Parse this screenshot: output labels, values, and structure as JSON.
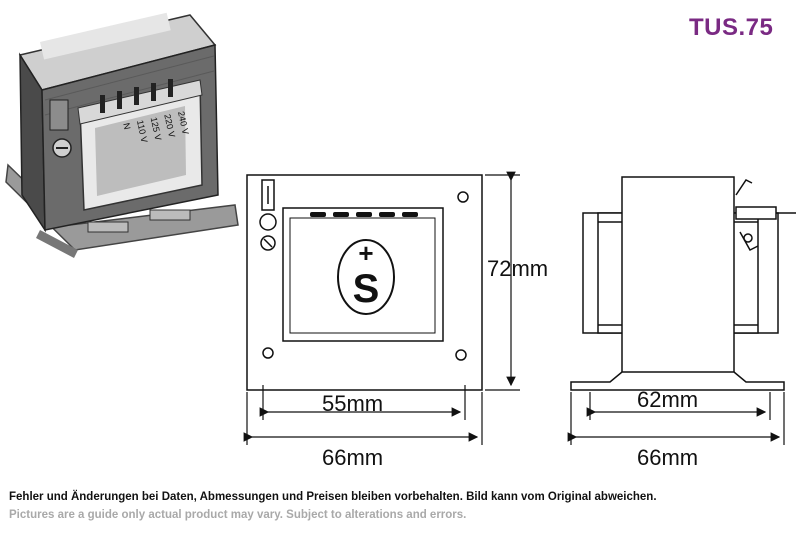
{
  "model_code": "TUS.75",
  "product_photo": {
    "winding_labels": [
      "240 V",
      "220 V",
      "125 V",
      "110 V",
      "N"
    ]
  },
  "front_view": {
    "logo_symbol": "+",
    "logo_letter": "S",
    "height_label": "72mm",
    "hole_spacing_label": "55mm",
    "width_label": "66mm"
  },
  "side_view": {
    "core_width_label": "62mm",
    "base_width_label": "66mm"
  },
  "disclaimer": {
    "de": "Fehler und Änderungen bei Daten, Abmessungen und Preisen bleiben vorbehalten. Bild kann vom Original abweichen.",
    "en": "Pictures are a guide only actual product may vary. Subject to alterations and errors."
  },
  "colors": {
    "model_code": "#7a2a83",
    "disclaimer_en": "#a9a9a9"
  }
}
